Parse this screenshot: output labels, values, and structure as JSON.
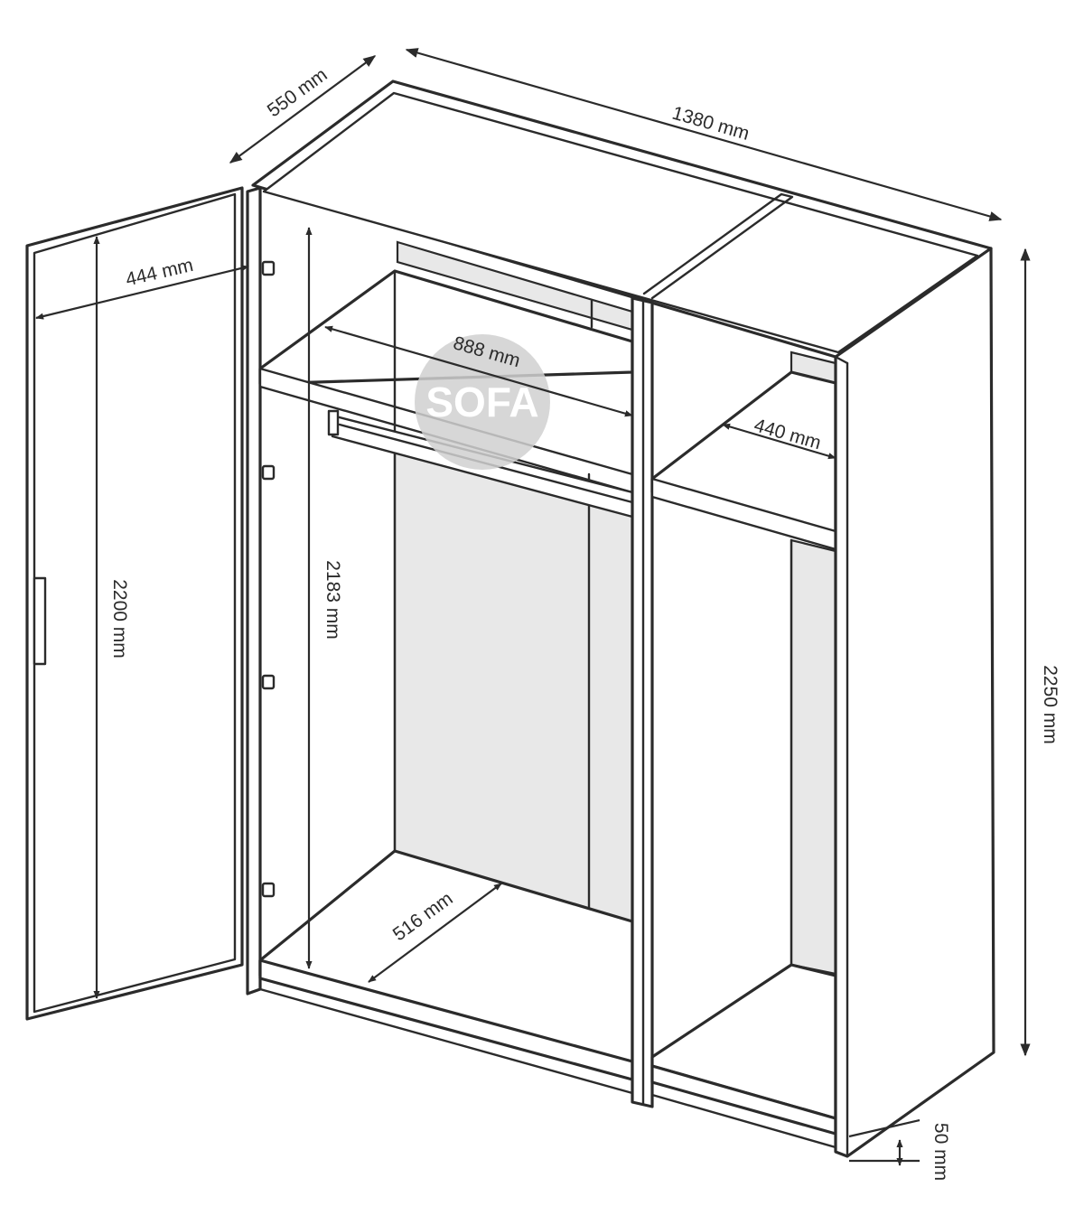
{
  "dimensions": {
    "depth": "550 mm",
    "width": "1380 mm",
    "door_width": "444 mm",
    "shelf_width": "888 mm",
    "side_shelf_depth": "440 mm",
    "door_height": "2200 mm",
    "inner_height": "2183 mm",
    "total_height": "2250 mm",
    "inner_depth": "516 mm",
    "plinth_height": "50 mm"
  },
  "watermark": {
    "text": "SOFA",
    "color": "#d0d0d0"
  },
  "colors": {
    "line": "#2b2b2b",
    "back_panel": "#e8e8e8"
  }
}
